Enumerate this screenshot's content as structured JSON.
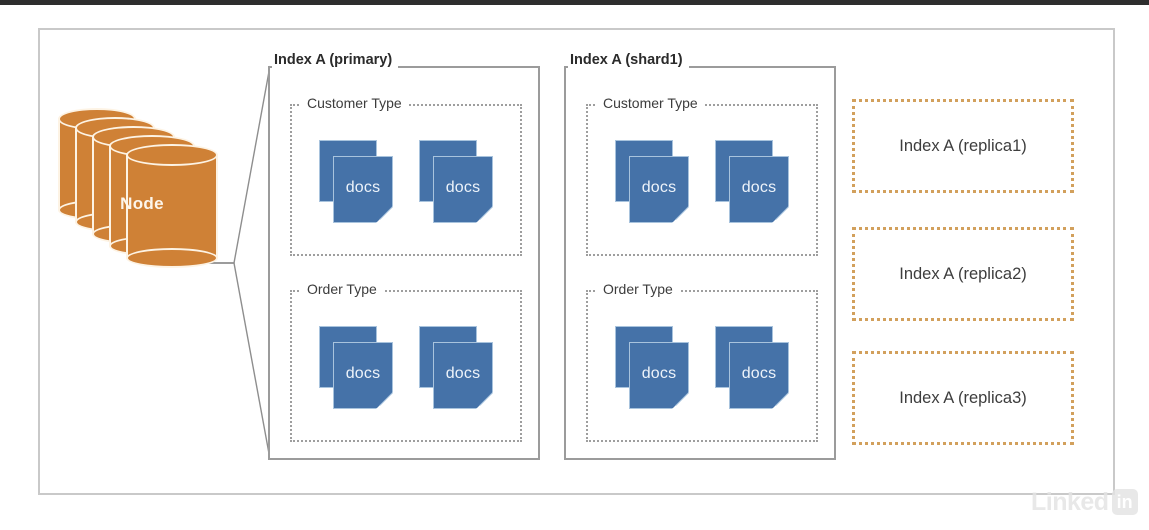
{
  "diagram": {
    "node": {
      "label": "Node",
      "cylinder_count": 5,
      "color": "#cf8136"
    },
    "shards": [
      {
        "title": "Index A (primary)",
        "groups": [
          {
            "label": "Customer Type",
            "docs": [
              {
                "label": "docs"
              },
              {
                "label": "docs"
              }
            ]
          },
          {
            "label": "Order Type",
            "docs": [
              {
                "label": "docs"
              },
              {
                "label": "docs"
              }
            ]
          }
        ]
      },
      {
        "title": "Index A (shard1)",
        "groups": [
          {
            "label": "Customer Type",
            "docs": [
              {
                "label": "docs"
              },
              {
                "label": "docs"
              }
            ]
          },
          {
            "label": "Order Type",
            "docs": [
              {
                "label": "docs"
              },
              {
                "label": "docs"
              }
            ]
          }
        ]
      }
    ],
    "replicas": [
      {
        "label": "Index A (replica1)"
      },
      {
        "label": "Index A (replica2)"
      },
      {
        "label": "Index A (replica3)"
      }
    ],
    "colors": {
      "docs_blue": "#4572a8",
      "node_orange": "#cf8136",
      "replica_border": "#d2a05c",
      "shard_border": "#9b9b9b",
      "group_border": "#9e9e9e"
    }
  },
  "watermark": {
    "text": "Linked",
    "badge": "in"
  }
}
